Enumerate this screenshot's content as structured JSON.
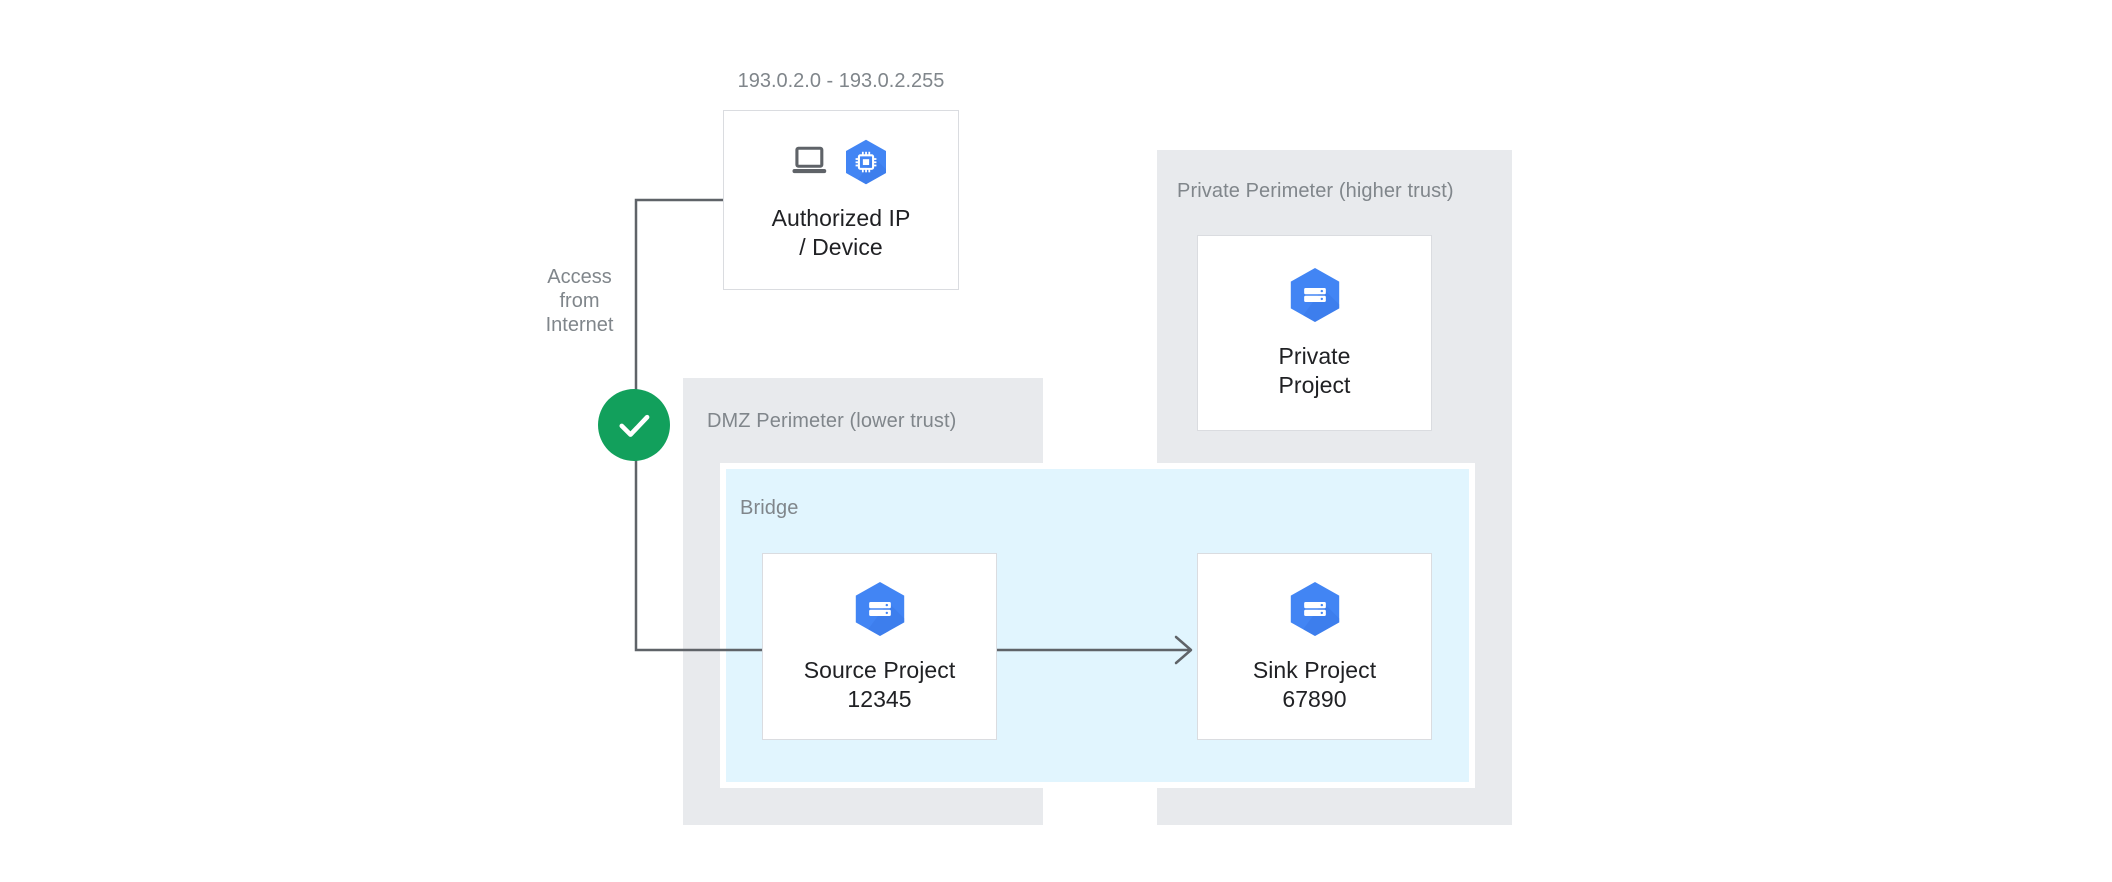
{
  "diagram": {
    "ip_range_label": "193.0.2.0 - 193.0.2.255",
    "access_caption": "Access\nfrom\nInternet",
    "bridge_label": "Bridge",
    "perimeters": [
      {
        "id": "dmz",
        "label": "DMZ Perimeter (lower trust)"
      },
      {
        "id": "private",
        "label": "Private Perimeter (higher trust)"
      }
    ],
    "nodes": [
      {
        "id": "authorized-ip",
        "label": "Authorized IP\n/ Device",
        "icons": [
          "laptop-icon",
          "compute-chip-hexagon-icon"
        ]
      },
      {
        "id": "private-project",
        "label": "Private\nProject",
        "icons": [
          "project-hexagon-icon"
        ]
      },
      {
        "id": "source-project",
        "label": "Source Project\n12345",
        "icons": [
          "project-hexagon-icon"
        ]
      },
      {
        "id": "sink-project",
        "label": "Sink Project\n67890",
        "icons": [
          "project-hexagon-icon"
        ]
      }
    ],
    "status_badge": {
      "id": "access-allowed",
      "icon": "check-icon"
    },
    "colors": {
      "perimeter_fill": "#E8EAED",
      "bridge_fill": "#E1F5FE",
      "card_border": "#DADCE0",
      "icon_blue": "#4285F4",
      "icon_blue_dark": "#3B78E7",
      "check_green": "#12A05C",
      "connector_gray": "#5F6368",
      "muted_text": "#80868B",
      "primary_text": "#202124"
    }
  }
}
